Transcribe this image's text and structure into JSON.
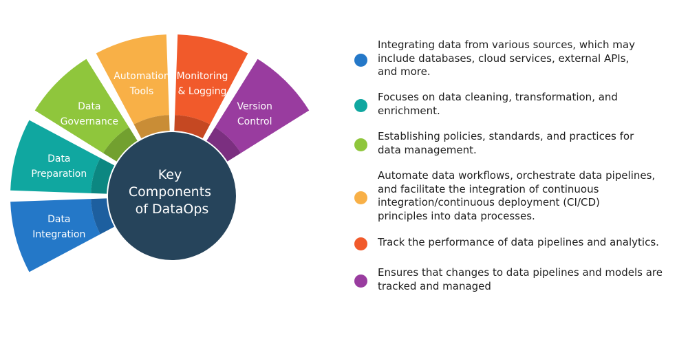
{
  "center": {
    "lines": [
      "Key",
      "Components",
      "of DataOps"
    ],
    "color": "#26445b"
  },
  "segments": [
    {
      "id": "integration",
      "label_lines": [
        "Data",
        "Integration"
      ],
      "color": "#2478c8",
      "inner_color": "#1d5f9f"
    },
    {
      "id": "preparation",
      "label_lines": [
        "Data",
        "Preparation"
      ],
      "color": "#10a7a0",
      "inner_color": "#0c8781"
    },
    {
      "id": "governance",
      "label_lines": [
        "Data",
        "Governance"
      ],
      "color": "#8fc63c",
      "inner_color": "#72a02f"
    },
    {
      "id": "automation",
      "label_lines": [
        "Automation",
        "Tools"
      ],
      "color": "#f8b047",
      "inner_color": "#c98d36"
    },
    {
      "id": "monitoring",
      "label_lines": [
        "Monitoring",
        "& Logging"
      ],
      "color": "#f15a2b",
      "inner_color": "#c54822"
    },
    {
      "id": "version",
      "label_lines": [
        "Version",
        "Control"
      ],
      "color": "#993c9f",
      "inner_color": "#7b2f80"
    }
  ],
  "legend": [
    {
      "color": "#2478c8",
      "text": "Integrating data from various sources, which may\ninclude databases, cloud services, external APIs,\nand more."
    },
    {
      "color": "#10a7a0",
      "text": "Focuses on data cleaning, transformation, and\nenrichment."
    },
    {
      "color": "#8fc63c",
      "text": "Establishing policies, standards, and practices for\ndata management."
    },
    {
      "color": "#f8b047",
      "text": "Automate data workflows, orchestrate data pipelines,\nand facilitate the integration of continuous\nintegration/continuous deployment (CI/CD)\nprinciples into data processes."
    },
    {
      "color": "#f15a2b",
      "text": "Track the performance of data pipelines and analytics."
    },
    {
      "color": "#993c9f",
      "text": "Ensures that changes to data pipelines and models are\ntracked and managed"
    }
  ]
}
